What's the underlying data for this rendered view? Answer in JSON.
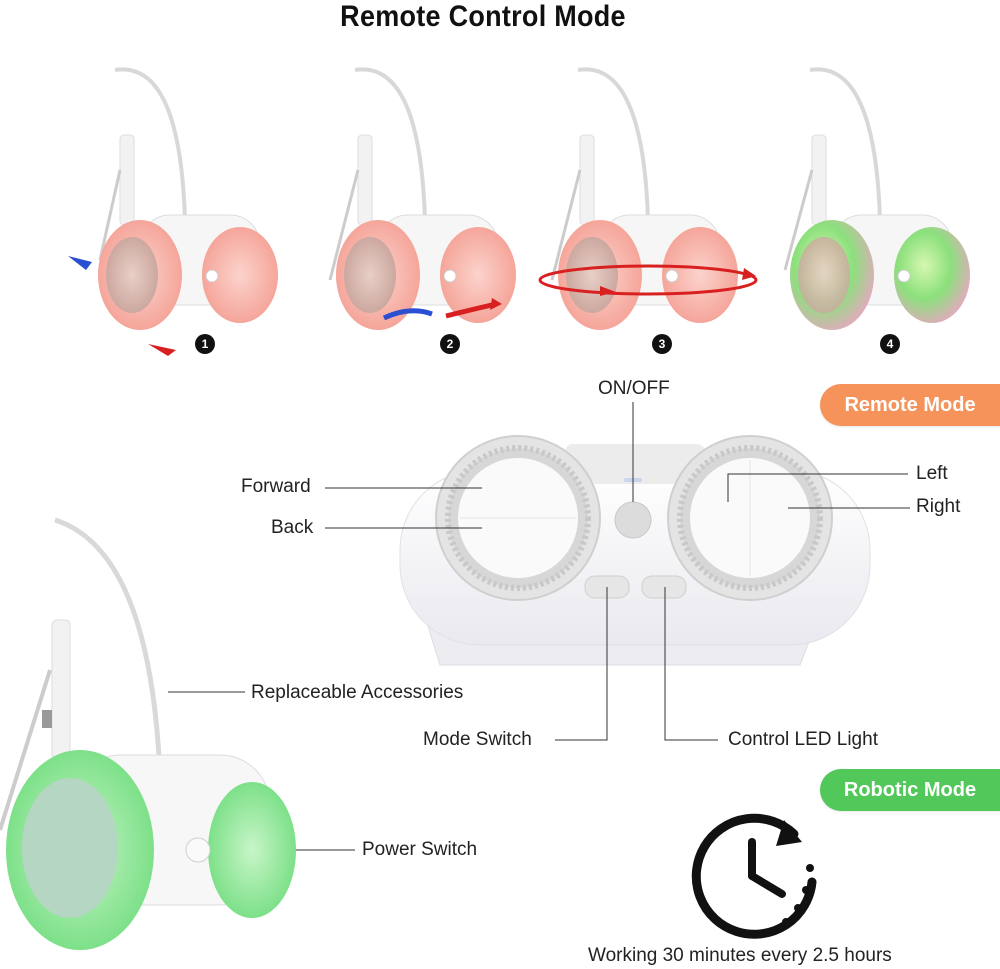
{
  "title": "Remote Control Mode",
  "steps": [
    "1",
    "2",
    "3",
    "4"
  ],
  "badges": {
    "remote": "Remote Mode",
    "robotic": "Robotic Mode"
  },
  "controller_labels": {
    "on_off": "ON/OFF",
    "forward": "Forward",
    "back": "Back",
    "left": "Left",
    "right": "Right",
    "mode_switch": "Mode Switch",
    "led": "Control LED Light"
  },
  "toy_labels": {
    "accessories": "Replaceable Accessories",
    "power": "Power Switch"
  },
  "working_time": "Working 30 minutes every 2.5 hours",
  "colors": {
    "remote_badge": "#f5935a",
    "robotic_badge": "#52c75a",
    "pink_glow": "#f7a79a",
    "green_glow": "#7de08a",
    "arrow_red": "#d92020",
    "arrow_blue": "#2a4fd0"
  },
  "icons": {
    "clock": "clock-rotate-icon"
  }
}
